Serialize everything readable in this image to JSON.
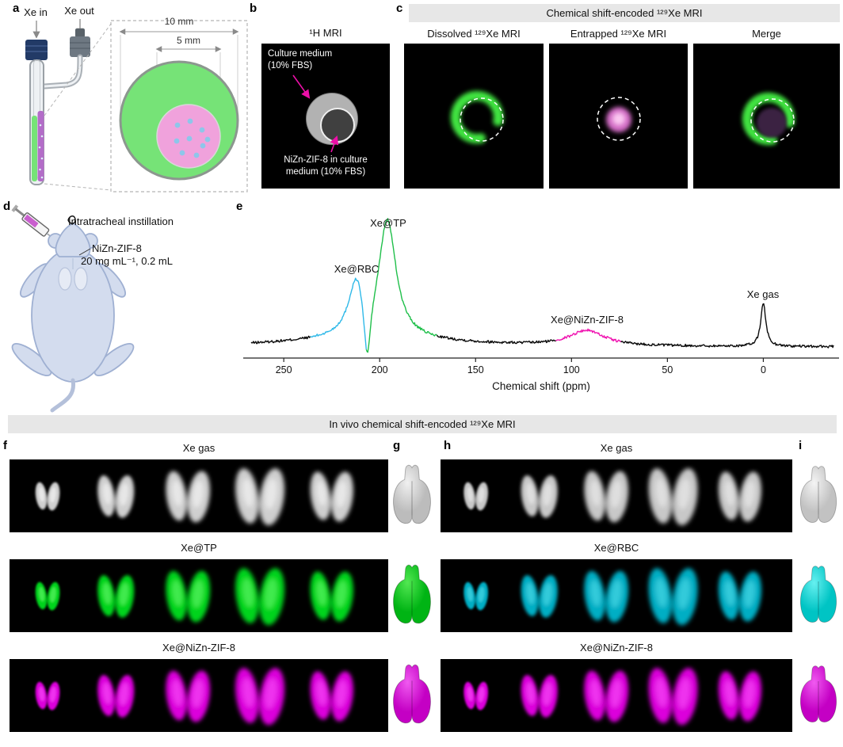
{
  "panels": {
    "a": "a",
    "b": "b",
    "c": "c",
    "d": "d",
    "e": "e",
    "f": "f",
    "g": "g",
    "h": "h",
    "i": "i"
  },
  "colors": {
    "accent_magenta": "#ec0fa8",
    "medium_green": "#76e377",
    "zif_pink": "#f0a2dc"
  },
  "panel_a": {
    "xe_in": "Xe in",
    "xe_out": "Xe out",
    "outer_diameter": "10 mm",
    "inner_diameter": "5 mm"
  },
  "panel_b": {
    "title": "¹H MRI",
    "top_annotation": "Culture medium\n(10% FBS)",
    "bottom_annotation": "NiZn-ZIF-8 in culture\nmedium (10% FBS)"
  },
  "panel_c": {
    "header": "Chemical shift-encoded ¹²⁹Xe MRI",
    "titles": [
      "Dissolved ¹²⁹Xe MRI",
      "Entrapped ¹²⁹Xe MRI",
      "Merge"
    ],
    "dissolved_color": "#3fe23f",
    "entrapped_color": "#ea79dc",
    "merge_core_color": "#3a2142"
  },
  "panel_d": {
    "procedure": "Intratracheal instillation",
    "agent": "NiZn-ZIF-8",
    "dose": "20 mg mL⁻¹, 0.2 mL"
  },
  "chart_data": {
    "type": "line",
    "xlabel": "Chemical shift (ppm)",
    "x_ticks": [
      250,
      200,
      150,
      100,
      50,
      0
    ],
    "xlim": [
      267,
      -37
    ],
    "x_axis_reversed": true,
    "grid": false,
    "peaks": [
      {
        "name": "Xe@RBC",
        "center": 212,
        "height": 0.48,
        "width": 5,
        "color": "#2fb9e8"
      },
      {
        "name": "Xe@TP",
        "center": 196,
        "height": 1.0,
        "width": 5.5,
        "color": "#1fbf4a"
      },
      {
        "name": "Xe@NiZn-ZIF-8",
        "center": 92,
        "height": 0.13,
        "width": 11,
        "color": "#f013b0"
      },
      {
        "name": "Xe gas",
        "center": 0,
        "height": 0.37,
        "width": 1.6,
        "color": "#0b0b0b"
      }
    ],
    "lineshape_extras": [
      {
        "center": 206.5,
        "height": -0.55,
        "width": 2.2
      },
      {
        "center": 205,
        "height": 0.07,
        "width": 50
      }
    ],
    "segments": [
      {
        "from": 236,
        "to": 206.6,
        "color": "#2fb9e8"
      },
      {
        "from": 206.6,
        "to": 170,
        "color": "#1fbf4a"
      },
      {
        "from": 108,
        "to": 74,
        "color": "#f013b0"
      }
    ]
  },
  "invivo_header": "In vivo chemical shift-encoded ¹²⁹Xe MRI",
  "panel_f": {
    "rows": [
      {
        "title": "Xe gas",
        "base": "#cfcfcf",
        "highlight": "#ffffff"
      },
      {
        "title": "Xe@TP",
        "base": "#00d41c",
        "highlight": "#7dff7d"
      },
      {
        "title": "Xe@NiZn-ZIF-8",
        "base": "#dc00dc",
        "highlight": "#ff66ff"
      }
    ]
  },
  "panel_h": {
    "rows": [
      {
        "title": "Xe gas",
        "base": "#c8c8c8",
        "highlight": "#f5f5f5"
      },
      {
        "title": "Xe@RBC",
        "base": "#00aec4",
        "highlight": "#64e6f0"
      },
      {
        "title": "Xe@NiZn-ZIF-8",
        "base": "#dc00dc",
        "highlight": "#ff66ff"
      }
    ]
  },
  "panel_g": {
    "renders": [
      {
        "base": "#bcbcbc",
        "highlight": "#f0f0f0"
      },
      {
        "base": "#00b414",
        "highlight": "#52e852"
      },
      {
        "base": "#c400c4",
        "highlight": "#f05af0"
      }
    ]
  },
  "panel_i": {
    "renders": [
      {
        "base": "#c2c2c2",
        "highlight": "#f4f4f4"
      },
      {
        "base": "#00c4c4",
        "highlight": "#66f0f0"
      },
      {
        "base": "#c400c4",
        "highlight": "#f05af0"
      }
    ]
  }
}
